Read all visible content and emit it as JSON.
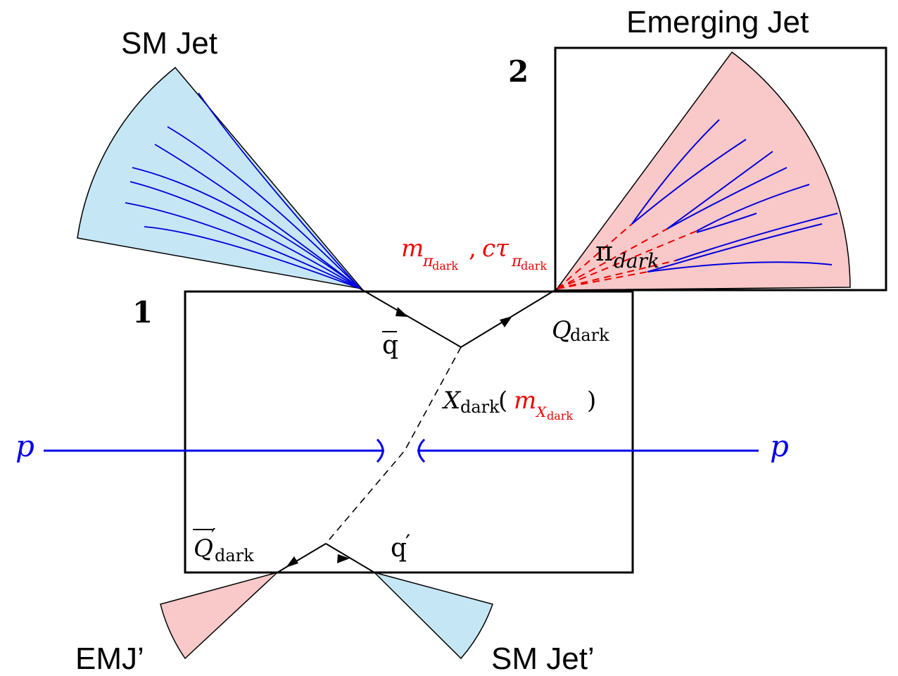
{
  "labels": {
    "sm_jet": "SM Jet",
    "emerging_jet": "Emerging Jet",
    "box2_number": "2",
    "box1_number": "1",
    "emj_prime": "EMJ’",
    "sm_jet_prime": "SM Jet’",
    "proton_left": "p",
    "proton_right": "p",
    "qbar_main": "q",
    "q_dark_main": "Q",
    "q_dark_sub": "dark",
    "pi_dark_main": "π",
    "pi_dark_sub": "dark",
    "x_dark_main": "X",
    "x_dark_sub": "dark",
    "x_dark_mass_m": "m",
    "x_dark_mass_sub1": "X",
    "x_dark_mass_sub2": "dark",
    "params_m": "m",
    "params_pi": "π",
    "params_dark": "dark",
    "params_comma": ",",
    "params_ctau": "cτ",
    "qprime_main": "q",
    "qprime_prime": "′",
    "qbar_dark_prime_main": "Q",
    "qbar_dark_prime_prime": "′",
    "qbar_dark_prime_sub": "dark",
    "paren_open": "(",
    "paren_close": ")"
  },
  "colors": {
    "sm_jet_fill": "#c5e6f5",
    "emerging_jet_fill": "#f9c8c8",
    "track_blue": "#0000dd",
    "proton_blue": "#0000ee",
    "dark_red": "#ee0000",
    "outline": "#000000"
  }
}
